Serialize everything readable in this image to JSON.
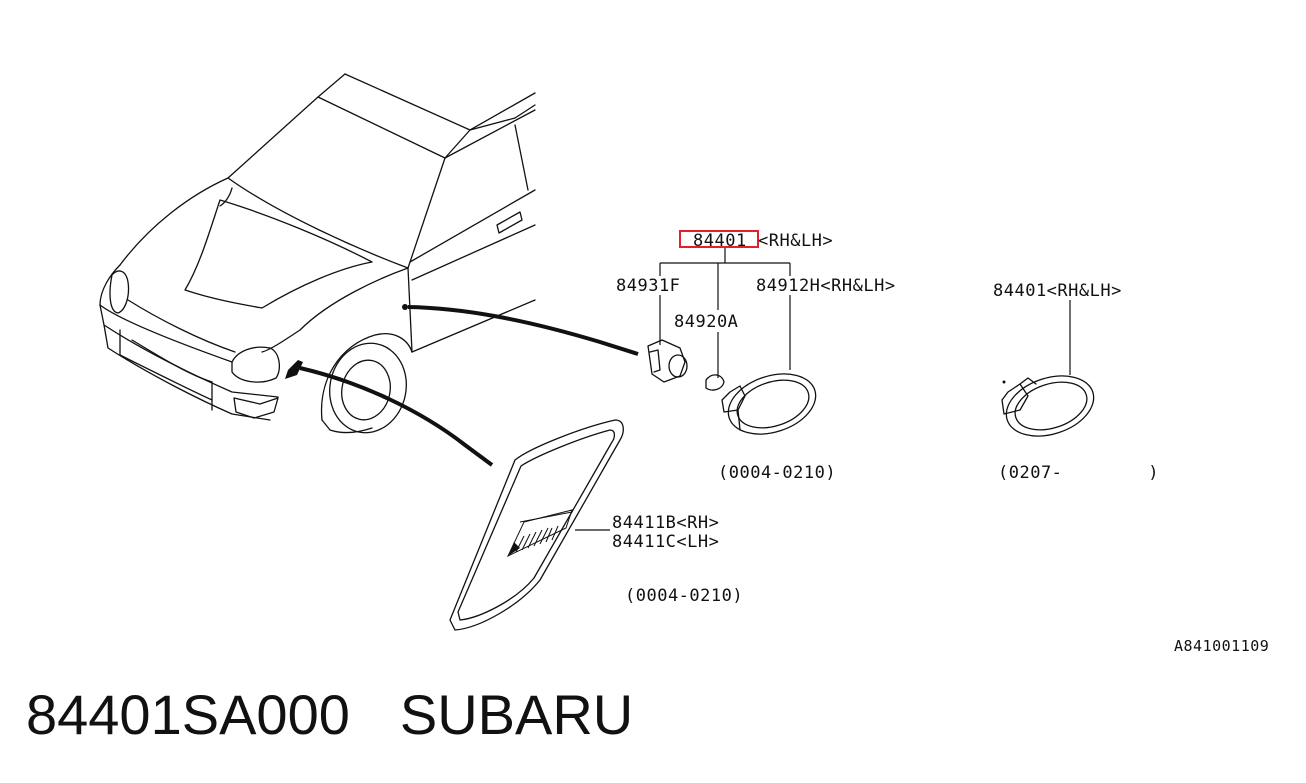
{
  "colors": {
    "line": "#111111",
    "highlight": "#e0202a",
    "background": "#ffffff"
  },
  "labels": {
    "main_part": "84401",
    "main_part_suffix": "<RH&LH>",
    "socket": "84931F",
    "bulb": "84920A",
    "lens": "84912H<RH&LH>",
    "alt_part": "84401<RH&LH>",
    "range_1": "(0004-0210)",
    "range_2": "(0207-        )",
    "garnish_rh": "84411B<RH>",
    "garnish_lh": "84411C<LH>",
    "range_3": "(0004-0210)",
    "figure_code": "A841001109"
  },
  "footer": {
    "part_number": "84401SA000",
    "brand": "SUBARU"
  }
}
